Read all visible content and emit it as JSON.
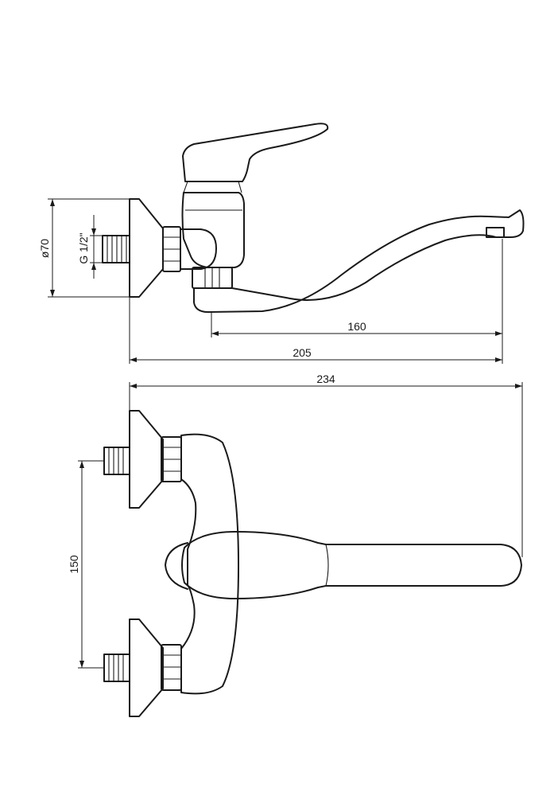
{
  "dimensions": {
    "d70": "ø70",
    "g12": "G 1/2\"",
    "d160": "160",
    "d205": "205",
    "d234": "234",
    "d150": "150"
  }
}
